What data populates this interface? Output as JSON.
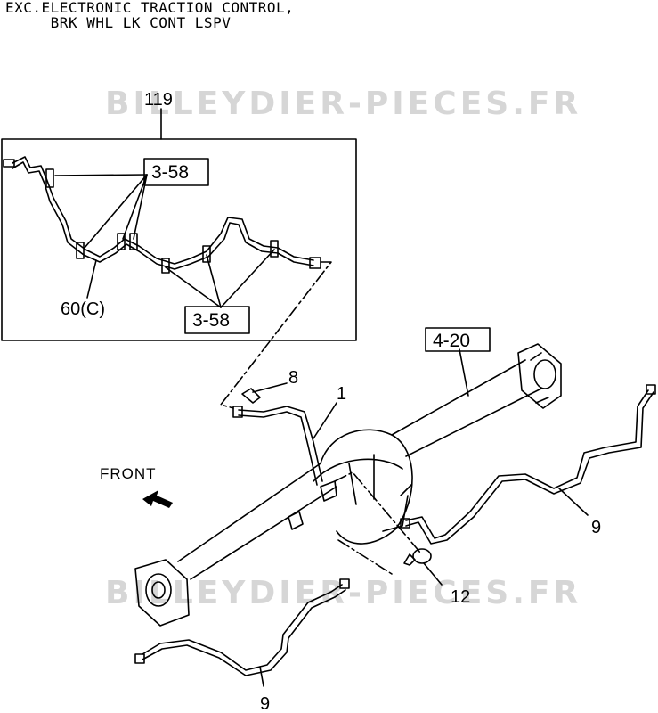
{
  "header": {
    "line1": "EXC.ELECTRONIC TRACTION CONTROL,",
    "line2": "BRK WHL LK CONT LSPV"
  },
  "watermark": {
    "top": "BILLEYDIER-PIECES.FR",
    "bottom": "BILLEYDIER-PIECES.FR"
  },
  "callouts": {
    "c119": "119",
    "c358_top": "3-58",
    "c358_bottom": "3-58",
    "c60c": "60(C)",
    "c420": "4-20",
    "c8": "8",
    "c1": "1",
    "c9_right": "9",
    "c12": "12",
    "c9_bottom": "9"
  },
  "front_label": "FRONT",
  "colors": {
    "line": "#000000",
    "watermark": "#d6d6d6",
    "background": "#ffffff"
  }
}
